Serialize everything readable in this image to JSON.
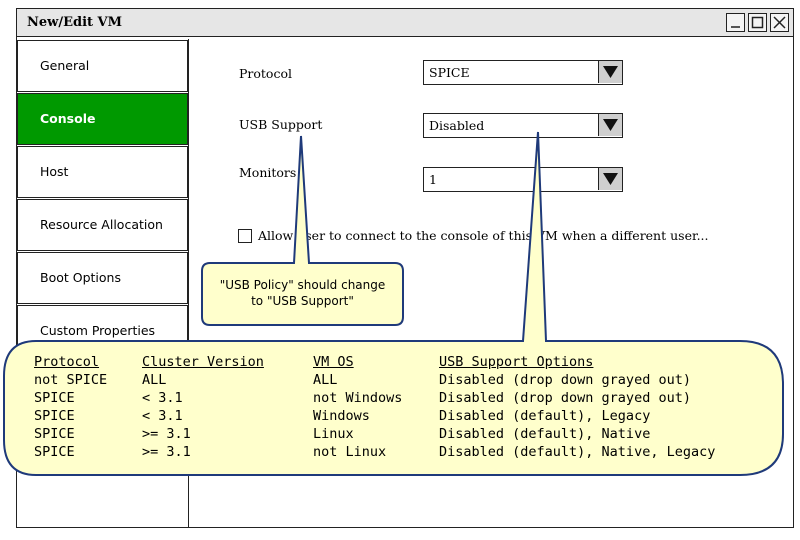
{
  "window": {
    "title": "New/Edit VM",
    "controls": [
      "minimize-icon",
      "maximize-icon",
      "close-icon"
    ]
  },
  "sidebar": {
    "items": [
      {
        "label": "General",
        "active": false
      },
      {
        "label": "Console",
        "active": true
      },
      {
        "label": "Host",
        "active": false
      },
      {
        "label": "Resource Allocation",
        "active": false
      },
      {
        "label": "Boot Options",
        "active": false
      },
      {
        "label": "Custom Properties",
        "active": false
      }
    ],
    "active_color": "#009900"
  },
  "form": {
    "protocol": {
      "label": "Protocol",
      "value": "SPICE"
    },
    "usb_support": {
      "label": "USB Support",
      "value": "Disabled"
    },
    "monitors": {
      "label": "Monitors",
      "value": "1"
    },
    "allow_checkbox": {
      "label": "Allow user to connect to the console of this VM when a different user...",
      "checked": false
    }
  },
  "annotations": {
    "note_small": {
      "line1": "\"USB Policy\" should change",
      "line2": "to \"USB Support\""
    },
    "note_table": {
      "headers": [
        "Protocol",
        "Cluster Version",
        "VM OS",
        "USB Support Options"
      ],
      "rows": [
        [
          "not SPICE",
          "ALL",
          "ALL",
          "Disabled (drop down grayed out)"
        ],
        [
          "SPICE",
          "< 3.1",
          "not Windows",
          "Disabled (drop down grayed out)"
        ],
        [
          "SPICE",
          "< 3.1",
          "Windows",
          "Disabled (default), Legacy"
        ],
        [
          "SPICE",
          ">= 3.1",
          "Linux",
          "Disabled (default), Native"
        ],
        [
          "SPICE",
          ">= 3.1",
          "not Linux",
          "Disabled (default), Native, Legacy"
        ]
      ]
    },
    "fill_color": "#ffffcc",
    "border_color": "#1f3a7a"
  }
}
